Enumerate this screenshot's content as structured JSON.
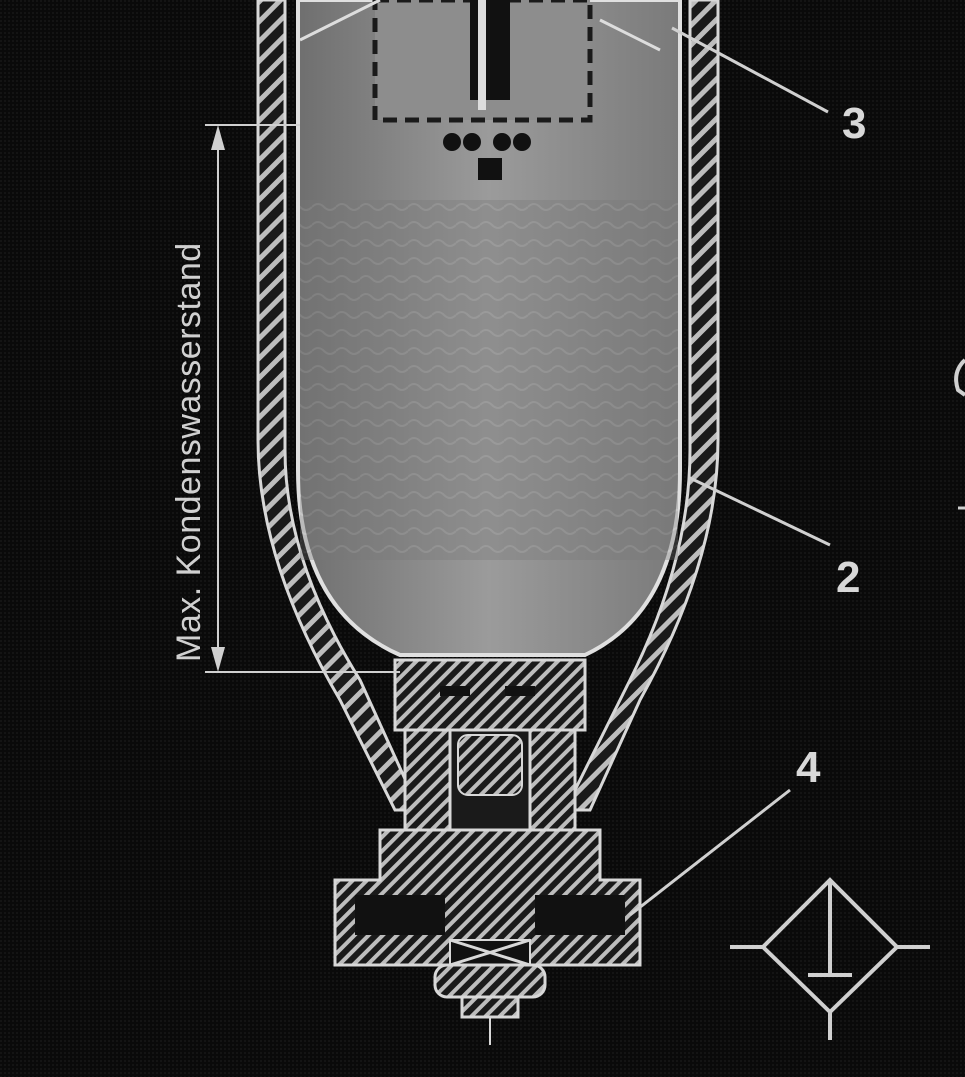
{
  "diagram": {
    "callouts": [
      {
        "id": "callout-3",
        "text": "3"
      },
      {
        "id": "callout-2",
        "text": "2"
      },
      {
        "id": "callout-4",
        "text": "4"
      }
    ],
    "dimension_label": "Max. Kondenswasserstand",
    "colors": {
      "background": "#0a0a0a",
      "line": "#d8d8d8",
      "hatch": "#bdbdbd",
      "water_fill": "#8a8a8a"
    }
  }
}
